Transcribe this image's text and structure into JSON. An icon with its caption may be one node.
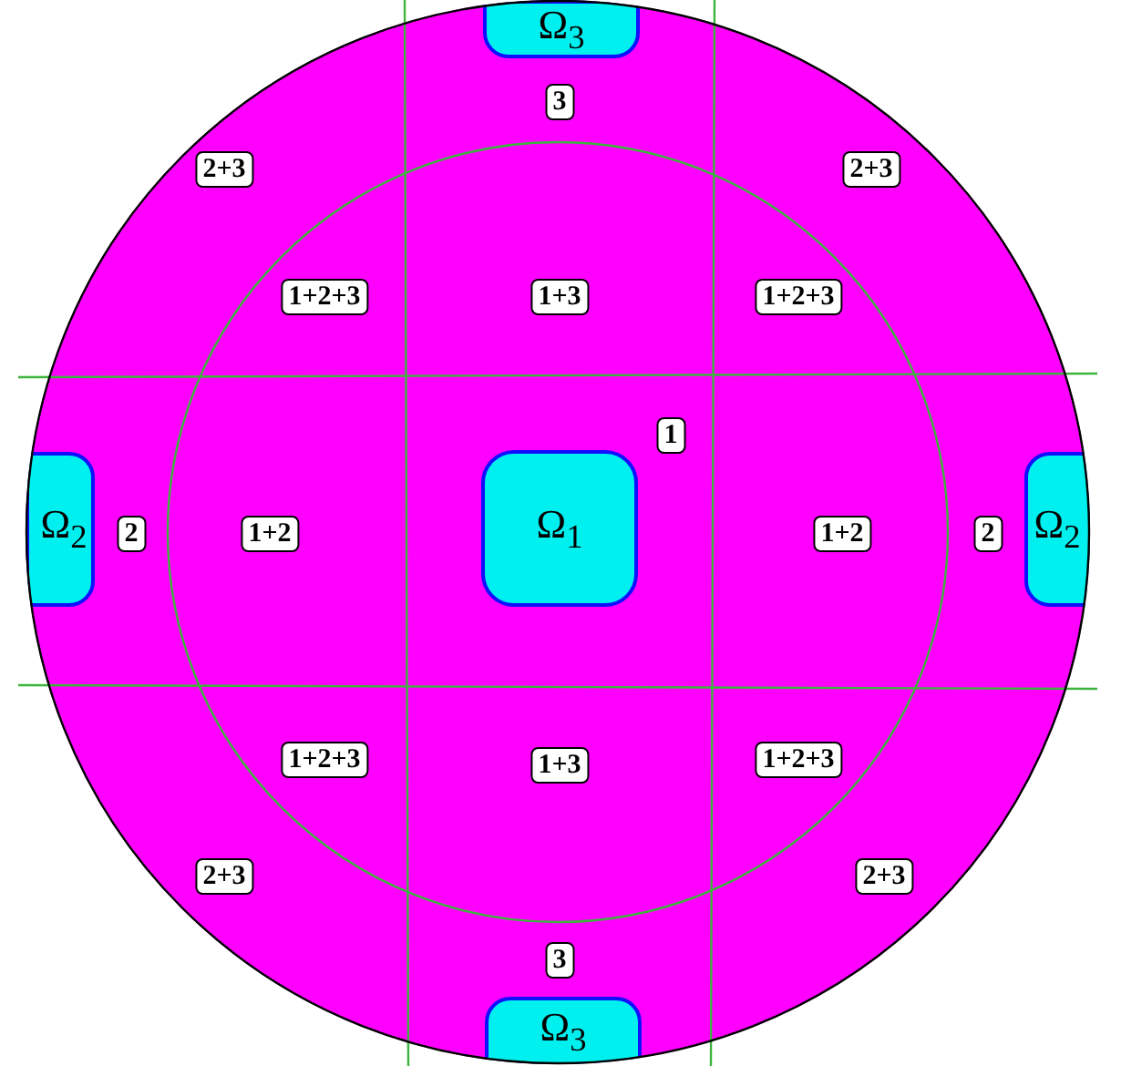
{
  "diagram": {
    "nodes": [
      {
        "text": [
          "Ω$_{3}$"
        ]
      },
      {
        "text": [
          "3"
        ]
      },
      {
        "text": [
          "2+3"
        ]
      },
      {
        "text": [
          "2+3"
        ]
      },
      {
        "text": [
          "1+2+3"
        ]
      },
      {
        "text": [
          "1+3"
        ]
      },
      {
        "text": [
          "1+2+3"
        ]
      },
      {
        "text": [
          "1"
        ]
      },
      {
        "text": [
          "Ω$_{2}$"
        ]
      },
      {
        "text": [
          "2"
        ]
      },
      {
        "text": [
          "1+2"
        ]
      },
      {
        "text": [
          "Ω$_{1}$"
        ]
      },
      {
        "text": [
          "1+2"
        ]
      },
      {
        "text": [
          "2"
        ]
      },
      {
        "text": [
          "Ω$_{2}$"
        ]
      },
      {
        "text": [
          "1+2+3"
        ]
      },
      {
        "text": [
          "1+3"
        ]
      },
      {
        "text": [
          "1+2+3"
        ]
      },
      {
        "text": [
          "2+3"
        ]
      },
      {
        "text": [
          "2+3"
        ]
      },
      {
        "text": [
          "3"
        ]
      },
      {
        "text": [
          "Ω$_{3}$"
        ]
      }
    ]
  }
}
